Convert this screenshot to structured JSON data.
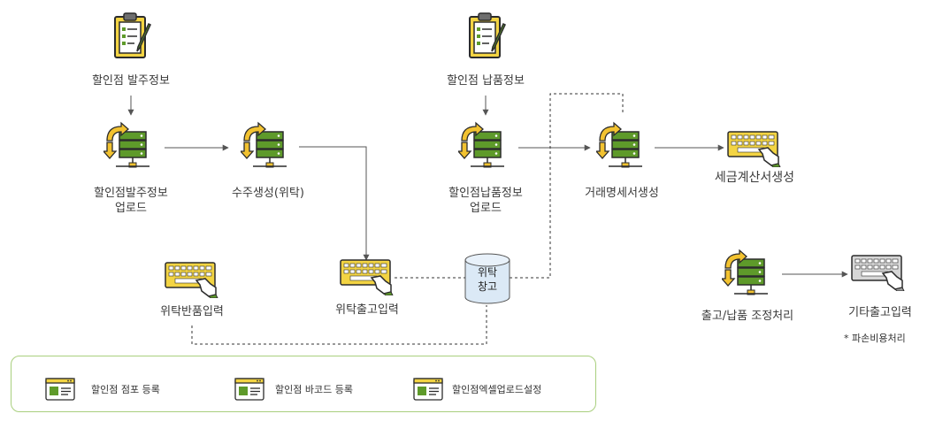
{
  "nodes": {
    "store_order_info": "할인점 발주정보",
    "store_order_upload": [
      "할인점발주정보",
      "업로드"
    ],
    "order_create": "수주생성(위탁)",
    "store_delivery_info": "할인점 납품정보",
    "store_delivery_upload": [
      "할인점납품정보",
      "업로드"
    ],
    "statement_create": "거래명세서생성",
    "tax_invoice_create": "세금계산서생성",
    "consign_return_input": "위탁반품입력",
    "consign_out_input": "위탁출고입력",
    "consign_warehouse": [
      "위탁",
      "창고"
    ],
    "adjust": "출고/납품 조정처리",
    "other_out_input": "기타출고입력",
    "other_out_note": "* 파손비용처리"
  },
  "legend": [
    {
      "label": "할인점 점포 등록",
      "icon": "window-form-icon"
    },
    {
      "label": "할인점 바코드 등록",
      "icon": "window-form-icon"
    },
    {
      "label": "할인점엑셀업로드설정",
      "icon": "window-form-icon"
    }
  ],
  "colors": {
    "server_green": "#5e9a2a",
    "arrow_yellow": "#f2c230",
    "keyboard_yellow": "#f3d443",
    "legend_border": "#a9cf7e",
    "line": "#555555"
  }
}
